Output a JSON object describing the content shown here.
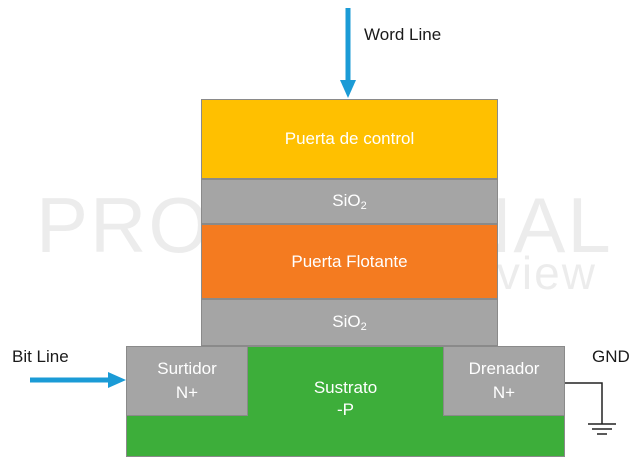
{
  "word_line": "Word Line",
  "bit_line": "Bit Line",
  "gnd": "GND",
  "layers": {
    "control_gate": "Puerta de control",
    "oxide_top": {
      "base": "SiO",
      "sub": "2"
    },
    "floating_gate": "Puerta Flotante",
    "oxide_bottom": {
      "base": "SiO",
      "sub": "2"
    }
  },
  "source": {
    "line1": "Surtidor",
    "line2": "N+"
  },
  "drain": {
    "line1": "Drenador",
    "line2": "N+"
  },
  "substrate": {
    "line1": "Sustrato",
    "line2": "-P"
  },
  "watermark": {
    "line1": "PROFESIONAL",
    "line2": "review"
  },
  "colors": {
    "control_gate": "#FFC000",
    "oxide": "#A5A5A5",
    "floating_gate": "#F47B20",
    "substrate": "#3DAE3A",
    "arrow": "#1B9BD6"
  }
}
